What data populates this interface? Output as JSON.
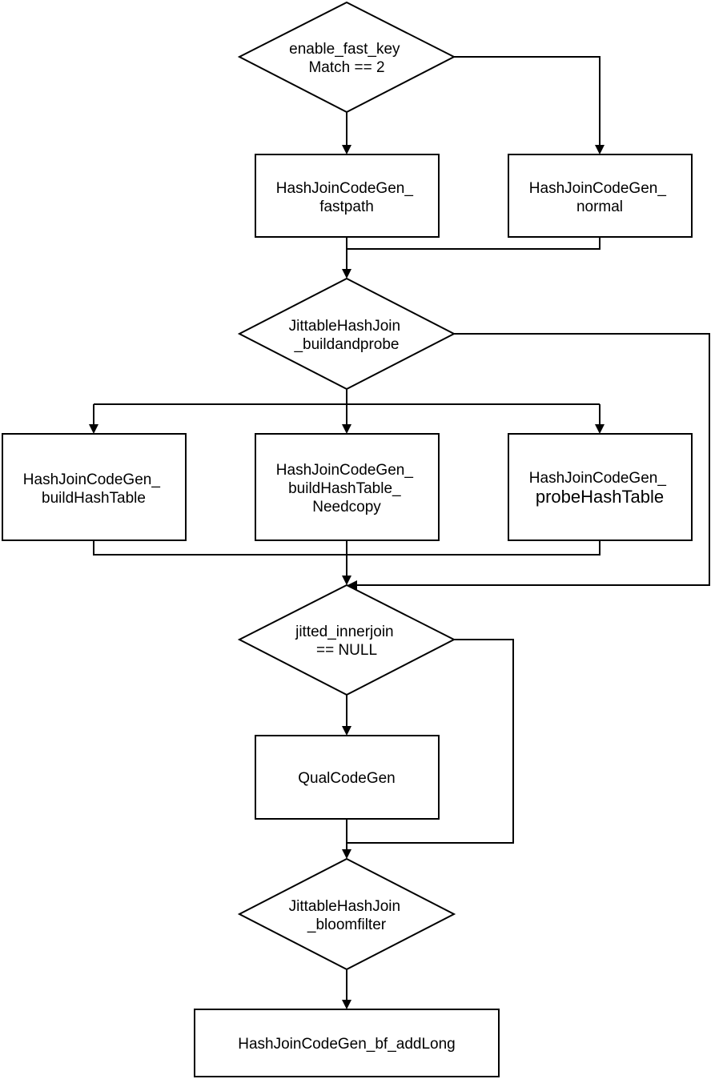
{
  "diagram": {
    "type": "flowchart",
    "nodes": {
      "d1": {
        "shape": "diamond",
        "lines": [
          "enable_fast_key",
          "Match == 2"
        ]
      },
      "fastpath": {
        "shape": "box",
        "lines": [
          "HashJoinCodeGen_",
          "fastpath"
        ]
      },
      "normal": {
        "shape": "box",
        "lines": [
          "HashJoinCodeGen_",
          "normal"
        ]
      },
      "d2": {
        "shape": "diamond",
        "lines": [
          "JittableHashJoin",
          "_buildandprobe"
        ]
      },
      "build": {
        "shape": "box",
        "lines": [
          "HashJoinCodeGen_",
          "buildHashTable"
        ]
      },
      "build_needcopy": {
        "shape": "box",
        "lines": [
          "HashJoinCodeGen_",
          "buildHashTable_",
          "Needcopy"
        ]
      },
      "probe": {
        "shape": "box",
        "lines": [
          "HashJoinCodeGen_",
          "probeHashTable"
        ]
      },
      "d3": {
        "shape": "diamond",
        "lines": [
          "jitted_innerjoin",
          "== NULL"
        ]
      },
      "qual": {
        "shape": "box",
        "lines": [
          "QualCodeGen"
        ]
      },
      "d4": {
        "shape": "diamond",
        "lines": [
          "JittableHashJoin",
          "_bloomfilter"
        ]
      },
      "bf_addlong": {
        "shape": "box",
        "lines": [
          "HashJoinCodeGen_bf_addLong"
        ]
      }
    },
    "edges": [
      {
        "from": "d1",
        "to": "fastpath"
      },
      {
        "from": "d1",
        "to": "normal"
      },
      {
        "from": "fastpath",
        "to": "d2"
      },
      {
        "from": "normal",
        "to": "d2"
      },
      {
        "from": "d2",
        "to": "build"
      },
      {
        "from": "d2",
        "to": "build_needcopy"
      },
      {
        "from": "d2",
        "to": "probe"
      },
      {
        "from": "d2",
        "to": "d3"
      },
      {
        "from": "build",
        "to": "d3"
      },
      {
        "from": "build_needcopy",
        "to": "d3"
      },
      {
        "from": "probe",
        "to": "d3"
      },
      {
        "from": "d3",
        "to": "qual"
      },
      {
        "from": "d3",
        "to": "d4"
      },
      {
        "from": "qual",
        "to": "d4"
      },
      {
        "from": "d4",
        "to": "bf_addlong"
      }
    ]
  }
}
